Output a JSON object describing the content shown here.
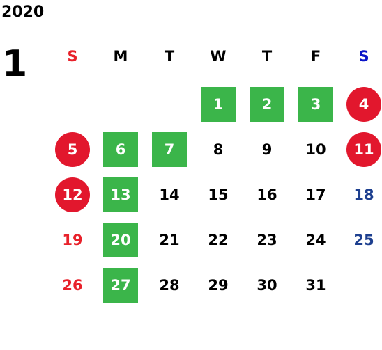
{
  "calendar": {
    "year": "2020",
    "month": "1",
    "weekdays": [
      {
        "label": "S",
        "kind": "sun"
      },
      {
        "label": "M",
        "kind": "wk"
      },
      {
        "label": "T",
        "kind": "wk"
      },
      {
        "label": "W",
        "kind": "wk"
      },
      {
        "label": "T",
        "kind": "wk"
      },
      {
        "label": "F",
        "kind": "wk"
      },
      {
        "label": "S",
        "kind": "sat"
      }
    ],
    "weeks": [
      [
        null,
        null,
        null,
        {
          "day": "1",
          "style": "green"
        },
        {
          "day": "2",
          "style": "green"
        },
        {
          "day": "3",
          "style": "green"
        },
        {
          "day": "4",
          "style": "red"
        }
      ],
      [
        {
          "day": "5",
          "style": "red"
        },
        {
          "day": "6",
          "style": "green"
        },
        {
          "day": "7",
          "style": "green"
        },
        {
          "day": "8",
          "style": "plain"
        },
        {
          "day": "9",
          "style": "plain"
        },
        {
          "day": "10",
          "style": "plain"
        },
        {
          "day": "11",
          "style": "red"
        }
      ],
      [
        {
          "day": "12",
          "style": "red"
        },
        {
          "day": "13",
          "style": "green"
        },
        {
          "day": "14",
          "style": "plain"
        },
        {
          "day": "15",
          "style": "plain"
        },
        {
          "day": "16",
          "style": "plain"
        },
        {
          "day": "17",
          "style": "plain"
        },
        {
          "day": "18",
          "style": "saturday"
        }
      ],
      [
        {
          "day": "19",
          "style": "sunday"
        },
        {
          "day": "20",
          "style": "green"
        },
        {
          "day": "21",
          "style": "plain"
        },
        {
          "day": "22",
          "style": "plain"
        },
        {
          "day": "23",
          "style": "plain"
        },
        {
          "day": "24",
          "style": "plain"
        },
        {
          "day": "25",
          "style": "saturday"
        }
      ],
      [
        {
          "day": "26",
          "style": "sunday"
        },
        {
          "day": "27",
          "style": "green"
        },
        {
          "day": "28",
          "style": "plain"
        },
        {
          "day": "29",
          "style": "plain"
        },
        {
          "day": "30",
          "style": "plain"
        },
        {
          "day": "31",
          "style": "plain"
        },
        null
      ]
    ]
  },
  "colors": {
    "closed_day": "#3bb54a",
    "holiday": "#e2172d",
    "sunday_text": "#e8212a",
    "saturday_header": "#0a14c8",
    "saturday_text": "#1d3f8f"
  }
}
